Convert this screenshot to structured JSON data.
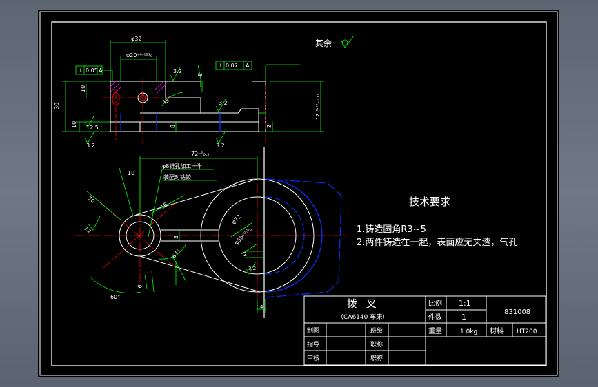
{
  "drawing": {
    "part_name": "拨 叉",
    "machine": "（CA6140 车床）",
    "drawing_no": "831008",
    "scale_label": "比例",
    "scale_value": "1:1",
    "count_label": "件数",
    "count_value": "1",
    "weight_label": "重量",
    "weight_value": "1.0kg",
    "material_label": "材料",
    "material_value": "HT200",
    "draw_label": "制图",
    "guide_label": "指导",
    "review_label": "审核",
    "class_label": "班级",
    "post_label1": "职称",
    "post_label2": "职称"
  },
  "notes": {
    "roughness_rest": "其余",
    "tech_title": "技术要求",
    "req1": "1.铸造圆角R3~5",
    "req2": "2.两件铸造在一起，表面应无夹渣，气孔"
  },
  "dims": {
    "d32": "φ32",
    "d20": "φ20⁺⁰·⁰²¹₀",
    "d10": "10",
    "d30": "30",
    "d10b": "10",
    "d3": "3",
    "d8": "8",
    "d2": "2",
    "d12": "12⁻⁰·⁰⁶₋₀.₁₇",
    "d72": "72⁻⁰₀.₂",
    "d10c": "10",
    "d10d": "10",
    "d16": "16",
    "d8b": "8",
    "d47": "47°",
    "d60": "60°",
    "d45": "45°",
    "d6": "6",
    "r72": "φ72",
    "r50": "φ50⁺⁰·⁵₀",
    "d2b": "2",
    "d4": "4",
    "hole_note1": "φ8锥孔加工一半",
    "hole_note2": "装配时钻铰",
    "r3_2a": "3.2",
    "r3_2b": "3.2",
    "r3_2c": "3.2",
    "r3_2d": "3.2",
    "r3_2e": "3.2",
    "r3_2f": "3.2",
    "r12_5": "12.5",
    "tol1": "⊥",
    "tol1_val": "0.05",
    "tol1_ref": "A",
    "tol2": "⊥",
    "tol2_val": "0.07",
    "tol2_ref": "A",
    "datum_a": "A"
  },
  "colors": {
    "background": "#000000",
    "frame": "#ffffff",
    "dimension": "#00ff00",
    "center": "#ff0000",
    "hidden": "#0033ff",
    "hatch": "#ff00ff",
    "text": "#ffffff"
  }
}
